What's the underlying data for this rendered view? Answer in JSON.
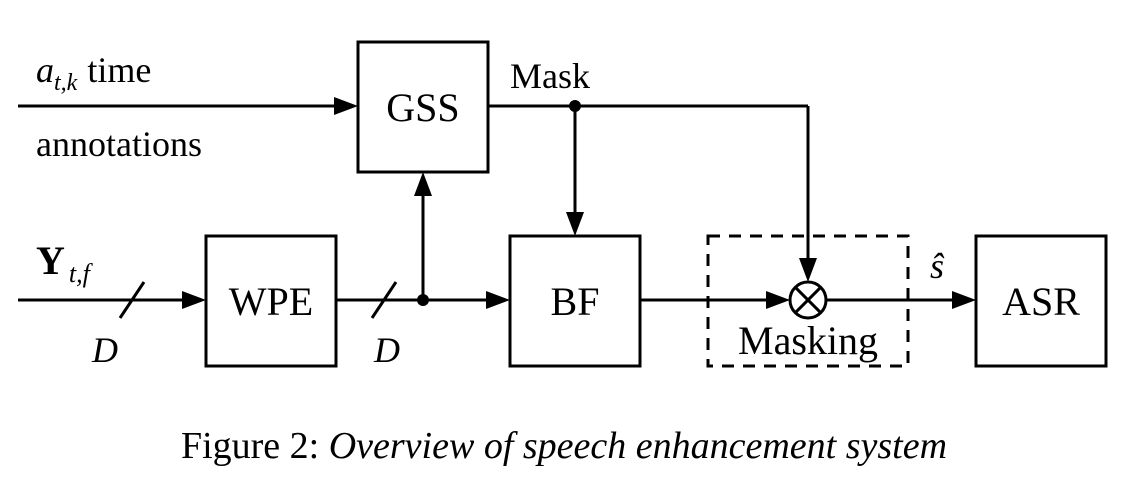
{
  "inputs": {
    "time_annotation_symbol": "a",
    "time_annotation_subscript": "t,k",
    "time_annotation_word": "time",
    "annotations_word": "annotations",
    "signal_symbol": "Y",
    "signal_subscript": "t,f",
    "channel_dim_1": "D",
    "channel_dim_2": "D"
  },
  "blocks": {
    "gss": "GSS",
    "wpe": "WPE",
    "bf": "BF",
    "asr": "ASR",
    "masking": "Masking"
  },
  "signals": {
    "mask": "Mask",
    "output_symbol": "ŝ"
  },
  "caption": {
    "label": "Figure 2:",
    "text": "Overview of speech enhancement system"
  }
}
